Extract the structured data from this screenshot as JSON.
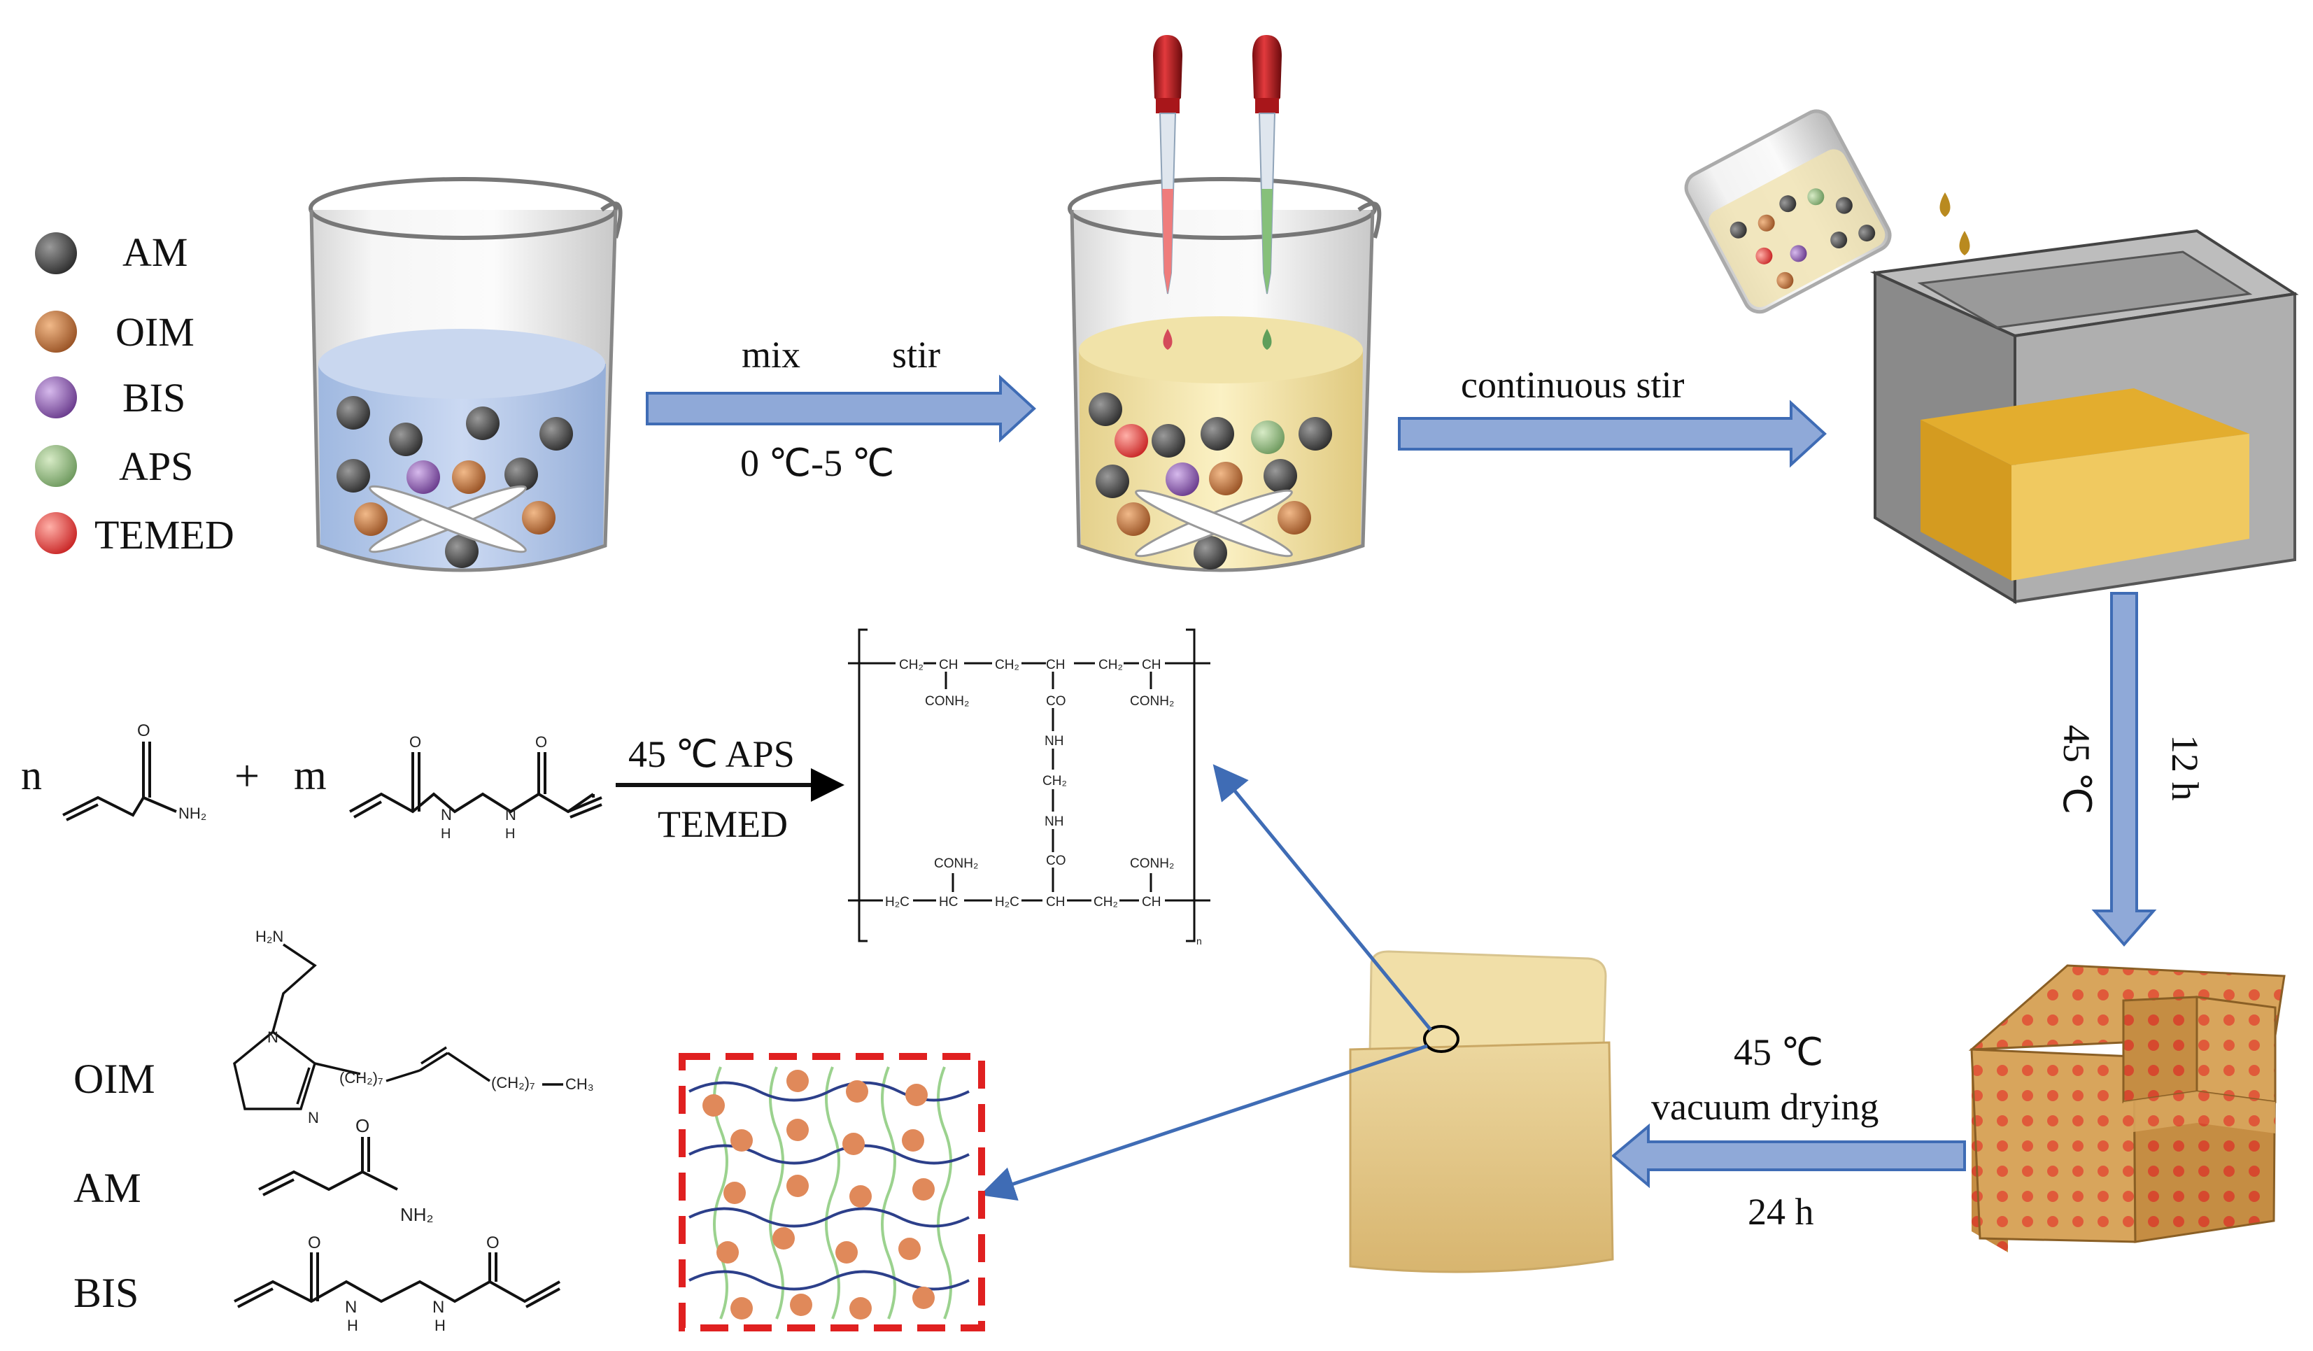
{
  "legend": {
    "items": [
      {
        "label": "AM",
        "color": "#4a4a4a"
      },
      {
        "label": "OIM",
        "color": "#c7773a"
      },
      {
        "label": "BIS",
        "color": "#9a6bb7"
      },
      {
        "label": "APS",
        "color": "#9cc28a"
      },
      {
        "label": "TEMED",
        "color": "#e24a4a"
      }
    ]
  },
  "steps": {
    "mix": "mix",
    "stir": "stir",
    "temp_range": "0 ℃-5 ℃",
    "continuous_stir": "continuous stir",
    "cure_temp": "45 ℃",
    "cure_time": "12 h",
    "dry_temp": "45 ℃",
    "dry_method": "vacuum drying",
    "dry_time": "24 h"
  },
  "reaction": {
    "n": "n",
    "plus": "+",
    "m": "m",
    "conditions_top": "45 ℃ APS",
    "conditions_bottom": "TEMED",
    "nh2": "NH₂",
    "nh": "H",
    "n_h": "N"
  },
  "polymer": {
    "ch2": "CH₂",
    "ch": "CH",
    "conh2": "CONH₂",
    "co": "CO",
    "nh": "NH",
    "h2c": "H₂C",
    "hc": "HC",
    "subscript_n": "n"
  },
  "structures": {
    "oim_label": "OIM",
    "am_label": "AM",
    "bis_label": "BIS",
    "h2n": "H₂N",
    "n": "N",
    "ch2_7a": "(CH₂)₇",
    "ch2_7b": "(CH₂)₇",
    "ch3": "CH₃",
    "o": "O",
    "nh2": "NH₂",
    "h": "H"
  },
  "colors": {
    "arrow_fill": "#8fa9d8",
    "arrow_stroke": "#3f6cb5",
    "gel": "#e6c889",
    "resin": "#f3e4a8",
    "water": "#b9cbe9",
    "dash_box": "#e02020",
    "chain_blue": "#2c3f8a",
    "chain_green": "#9bd28e"
  }
}
